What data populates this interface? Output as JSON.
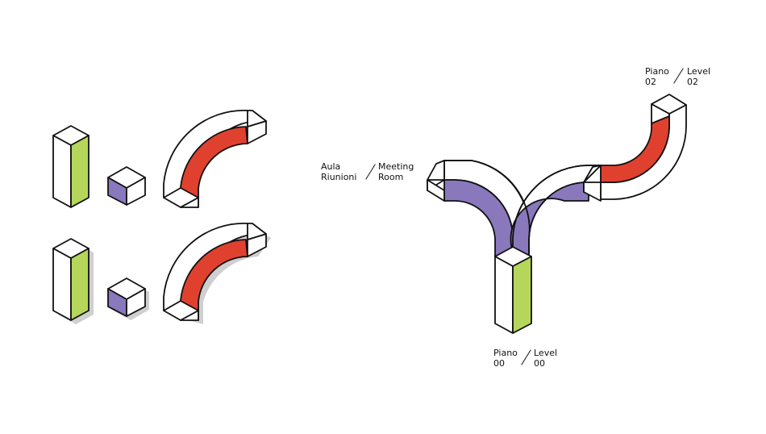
{
  "colors": {
    "green": "#b5d65a",
    "purple": "#8a78bd",
    "red": "#e0412f",
    "stroke": "#111111",
    "shadow": "#cfcfcf",
    "background": "#ffffff"
  },
  "labels": {
    "level02": {
      "it_top": "Piano",
      "it_bottom": "02",
      "en_top": "Level",
      "en_bottom": "02"
    },
    "meeting": {
      "it_top": "Aula",
      "it_bottom": "Riunioni",
      "en_top": "Meeting",
      "en_bottom": "Room"
    },
    "level00": {
      "it_top": "Piano",
      "it_bottom": "00",
      "en_top": "Level",
      "en_bottom": "00"
    }
  }
}
